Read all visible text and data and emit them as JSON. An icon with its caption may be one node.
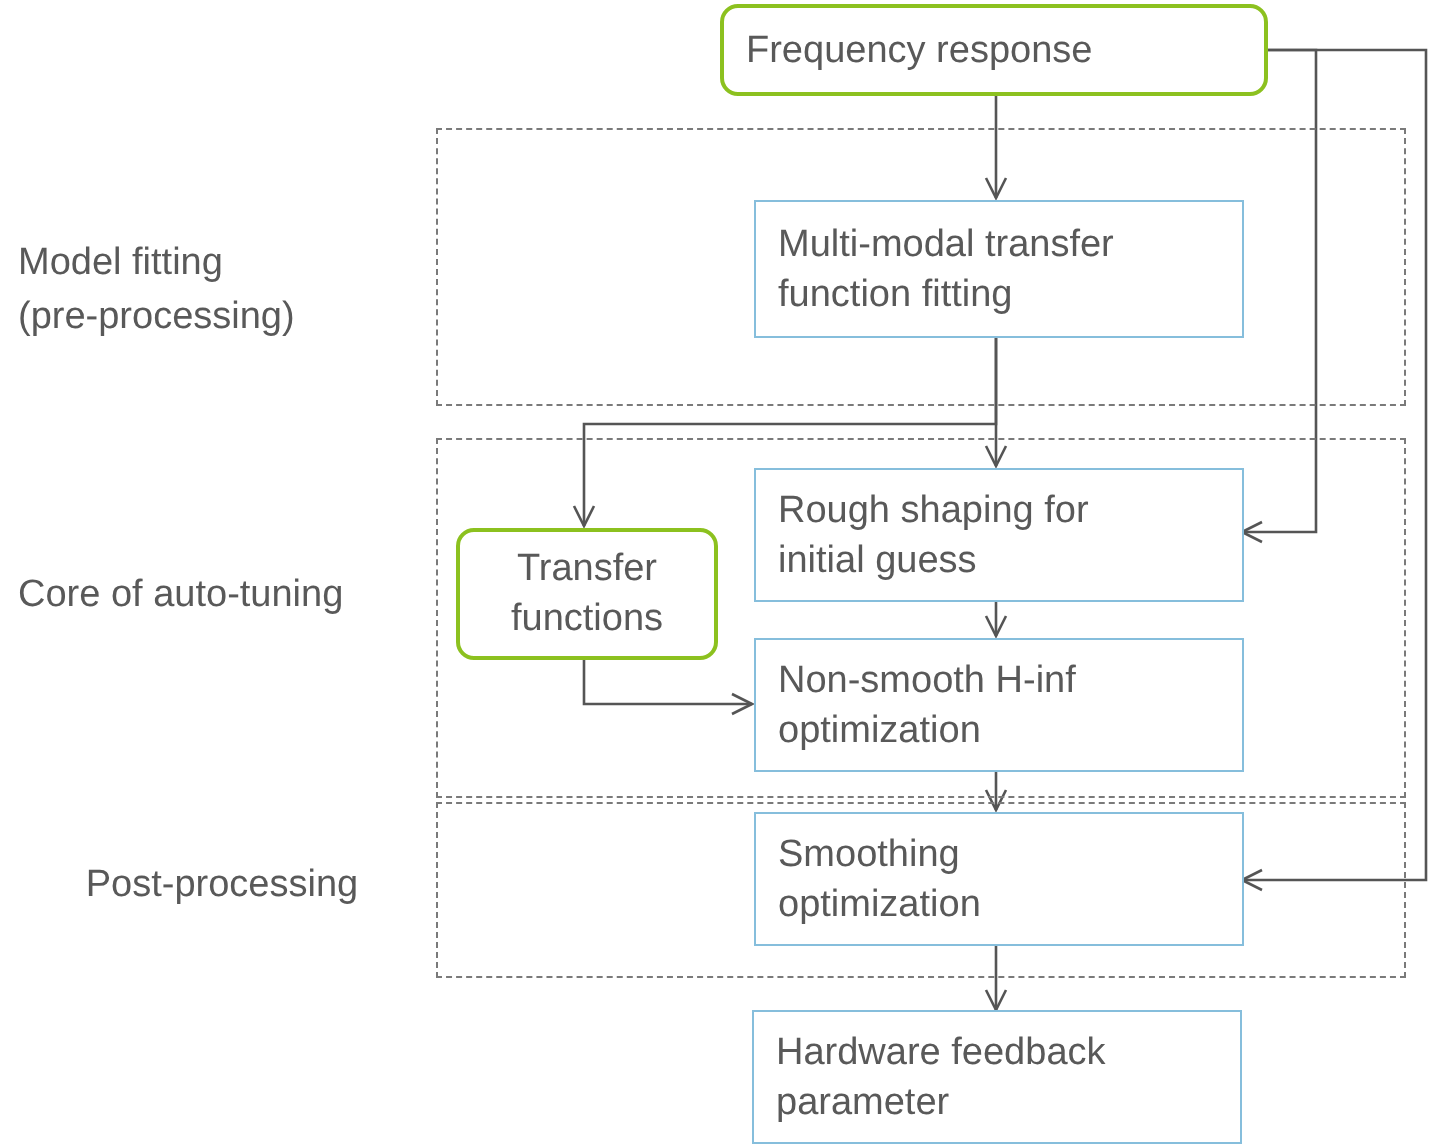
{
  "diagram": {
    "nodes": [
      {
        "text": [
          "Frequency response"
        ]
      },
      {
        "text": [
          "Model fitting (pre-processing)"
        ]
      },
      {
        "text": [
          "Multi-modal transfer function fitting"
        ],
        "in": 1
      },
      {
        "text": [
          "Core of auto-tuning"
        ]
      },
      {
        "text": [
          "Transfer functions"
        ],
        "in": 3
      },
      {
        "text": [
          "Rough shaping for initial guess"
        ],
        "in": 3
      },
      {
        "text": [
          "Non-smooth H-inf optimization"
        ],
        "in": 3
      },
      {
        "text": [
          "Post-processing"
        ]
      },
      {
        "text": [
          "Smoothing optimization"
        ],
        "in": 7
      },
      {
        "text": [
          "Hardware feedback parameter"
        ]
      }
    ],
    "edges": [
      {
        "from": 0,
        "to": 2,
        "arrow": "to"
      },
      {
        "from": 2,
        "to": 5,
        "arrow": "to"
      },
      {
        "from": 2,
        "to": 4,
        "arrow": "to"
      },
      {
        "from": 0,
        "to": 5,
        "arrow": "to"
      },
      {
        "from": 0,
        "to": 8,
        "arrow": "to"
      },
      {
        "from": 4,
        "to": 6,
        "arrow": "to"
      },
      {
        "from": 5,
        "to": 6,
        "arrow": "to"
      },
      {
        "from": 6,
        "to": 8,
        "arrow": "to"
      },
      {
        "from": 8,
        "to": 9,
        "arrow": "to"
      }
    ]
  }
}
